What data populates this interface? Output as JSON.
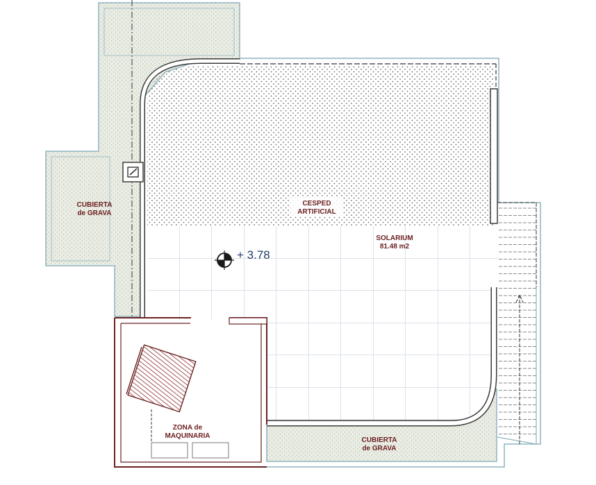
{
  "labels": {
    "cubierta_left_line1": "CUBIERTA",
    "cubierta_left_line2": "de GRAVA",
    "cesped_line1": "CESPED",
    "cesped_line2": "ARTIFICIAL",
    "solarium_name": "SOLARIUM",
    "solarium_area": "81.48 m2",
    "level": "+ 3.78",
    "zona_line1": "ZONA de",
    "zona_line2": "MAQUINARIA",
    "cubierta_bottom_line1": "CUBIERTA",
    "cubierta_bottom_line2": "de GRAVA"
  },
  "colors": {
    "gravel_fill": "#e9ece3",
    "outline_teal": "#8fb4c0",
    "wall_dark": "#3a3a3a",
    "label_red": "#6b1e1e",
    "level_blue": "#1f3b6b",
    "tile_grid": "#b8c6d6",
    "machine_outline": "#6b2020"
  },
  "icons": {
    "level_marker": "level-marker-icon",
    "drain": "drain-icon",
    "stairs_arrow": "stairs-arrow-icon"
  }
}
